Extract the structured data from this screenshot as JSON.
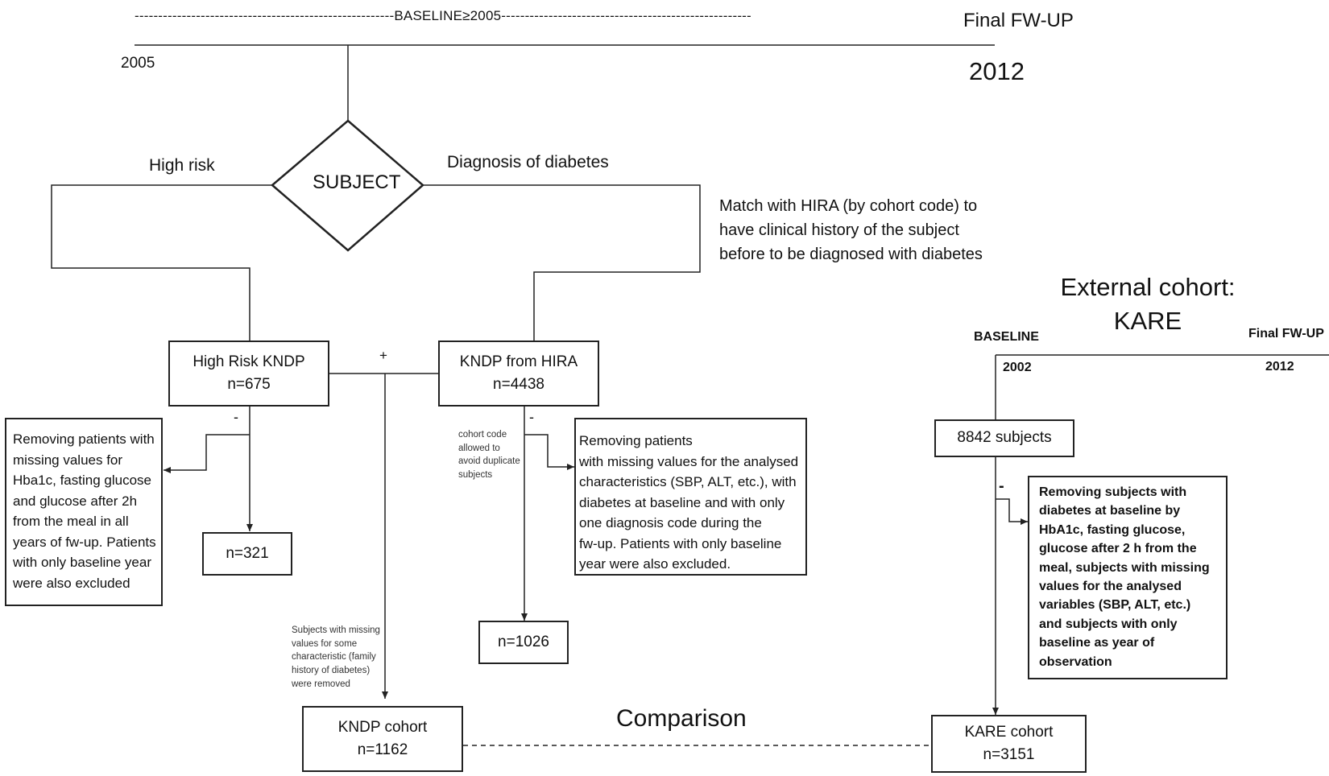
{
  "timeline": {
    "baseline_dashes": "-------------------------------------------------------BASELINE≥2005-----------------------------------------------------",
    "final_fwup": "Final FW-UP",
    "start_year": "2005",
    "end_year": "2012"
  },
  "subject": {
    "label": "SUBJECT",
    "left_branch": "High risk",
    "right_branch": "Diagnosis of diabetes"
  },
  "match_note": [
    "Match with HIRA (by cohort code) to",
    "have clinical history of the subject",
    "before to be diagnosed with diabetes"
  ],
  "high_risk_box": {
    "title": "High Risk KNDP",
    "n": "n=675"
  },
  "hira_box": {
    "title": "KNDP from HIRA",
    "n": "n=4438"
  },
  "plus_sign": "+",
  "minus_sign": "-",
  "removal_left": [
    "Removing patients with",
    "missing values for",
    "Hba1c, fasting glucose",
    "and glucose after 2h",
    "from the meal in all",
    "years of fw-up. Patients",
    "with only baseline year",
    "were also excluded"
  ],
  "removal_mid": [
    "Removing patients",
    "with missing values for the analysed",
    "characteristics (SBP, ALT, etc.), with",
    "diabetes at baseline and with only",
    "one diagnosis code during the",
    "fw-up. Patients with only baseline",
    "year were also excluded."
  ],
  "cohort_note": [
    "cohort code",
    "allowed to",
    "avoid duplicate",
    "subjects"
  ],
  "missing_note": [
    "Subjects with missing",
    "values for some",
    "characteristic (family",
    "history of diabetes)",
    "were removed"
  ],
  "n321": "n=321",
  "n1026": "n=1026",
  "kndp_cohort": {
    "title": "KNDP cohort",
    "n": "n=1162"
  },
  "comparison": "Comparison",
  "external": {
    "title_line1": "External cohort:",
    "title_line2": "KARE",
    "baseline": "BASELINE",
    "final_fwup": "Final FW-UP",
    "start_year": "2002",
    "end_year": "2012",
    "subjects": "8842 subjects",
    "removal": [
      "Removing subjects with",
      "diabetes at baseline by",
      "HbA1c, fasting glucose,",
      "glucose after 2 h from the",
      "meal, subjects with missing",
      "values for the analysed",
      "variables (SBP, ALT, etc.)",
      "and subjects with only",
      "baseline as year of",
      "observation"
    ],
    "kare_cohort": {
      "title": "KARE cohort",
      "n": "n=3151"
    }
  }
}
